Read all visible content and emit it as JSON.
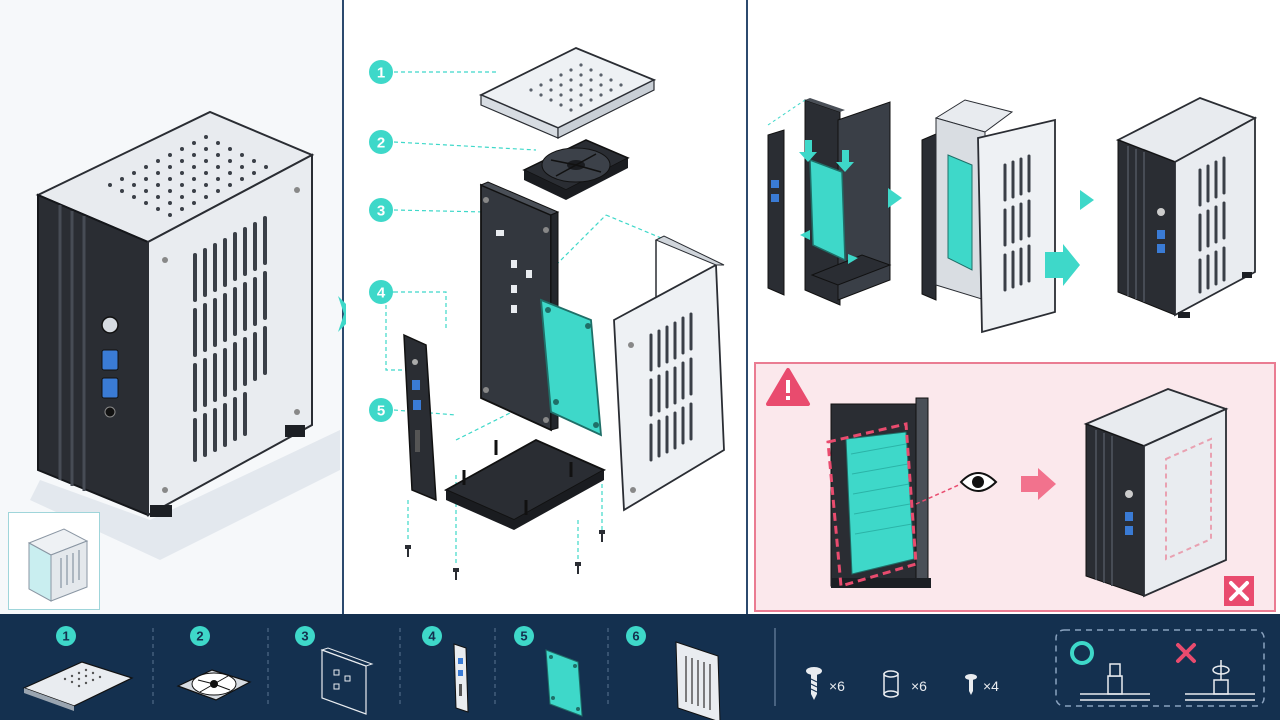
{
  "assembly_callouts": [
    "1",
    "2",
    "3",
    "4",
    "5"
  ],
  "parts_list": [
    {
      "number": "1",
      "part": "top-vent-panel"
    },
    {
      "number": "2",
      "part": "cooling-fan"
    },
    {
      "number": "3",
      "part": "motherboard-tray"
    },
    {
      "number": "4",
      "part": "front-io-panel"
    },
    {
      "number": "5",
      "part": "ssd-module"
    },
    {
      "number": "6",
      "part": "side-vent-panel"
    }
  ],
  "hardware": [
    {
      "item": "screw",
      "quantity": "×6"
    },
    {
      "item": "standoff",
      "quantity": "×6"
    },
    {
      "item": "small-screw",
      "quantity": "×4"
    }
  ],
  "colors": {
    "accent_teal": "#3ed8c9",
    "navy": "#14304f",
    "warning_pink": "#e94b6e",
    "warning_bg": "#fbe8ec",
    "case_black": "#2a2d33",
    "case_silver": "#e9ecf0"
  },
  "icons": [
    "warning-triangle-icon",
    "eye-icon",
    "close-x-icon",
    "correct-circle-icon",
    "wrong-x-icon",
    "step-arrow-icon"
  ]
}
